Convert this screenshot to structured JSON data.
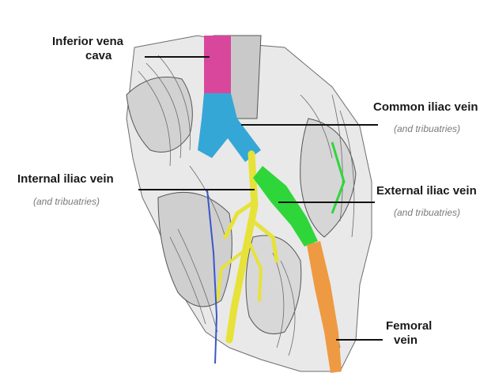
{
  "labels": {
    "inferior_vena_cava": {
      "line1": "Inferior vena",
      "line2": "cava"
    },
    "common_iliac": {
      "title": "Common iliac vein",
      "note": "(and tribuatries)"
    },
    "internal_iliac": {
      "title": "Internal iliac vein",
      "note": "(and tribuatries)"
    },
    "external_iliac": {
      "title": "External iliac vein",
      "note": "(and tribuatries)"
    },
    "femoral": {
      "line1": "Femoral",
      "line2": "vein"
    }
  },
  "colors": {
    "inferior_vena_cava": "#d9479c",
    "common_iliac": "#35a7d6",
    "internal_iliac": "#e6e23a",
    "external_iliac": "#2fd63a",
    "femoral": "#ee9a42",
    "leader_line": "#111111"
  }
}
